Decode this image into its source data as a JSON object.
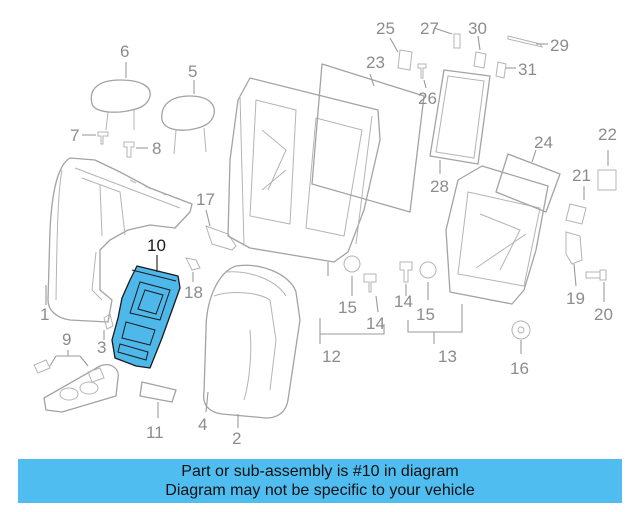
{
  "callouts": {
    "c1": "1",
    "c2": "2",
    "c3": "3",
    "c4": "4",
    "c5": "5",
    "c6": "6",
    "c7": "7",
    "c8": "8",
    "c9": "9",
    "c10": "10",
    "c11": "11",
    "c12": "12",
    "c13": "13",
    "c14a": "14",
    "c14b": "14",
    "c15a": "15",
    "c15b": "15",
    "c16": "16",
    "c17": "17",
    "c18": "18",
    "c19": "19",
    "c20": "20",
    "c21": "21",
    "c22": "22",
    "c23": "23",
    "c24": "24",
    "c25": "25",
    "c26": "26",
    "c27": "27",
    "c28": "28",
    "c29": "29",
    "c30": "30",
    "c31": "31"
  },
  "highlighted_part": "10",
  "colors": {
    "highlight": "#4fb8ea",
    "banner": "#50bdf0",
    "line_art": "#a3a3a3"
  },
  "banner": {
    "line1": "Part or sub-assembly is #10 in diagram",
    "line2": "Diagram may not be specific to your vehicle"
  }
}
